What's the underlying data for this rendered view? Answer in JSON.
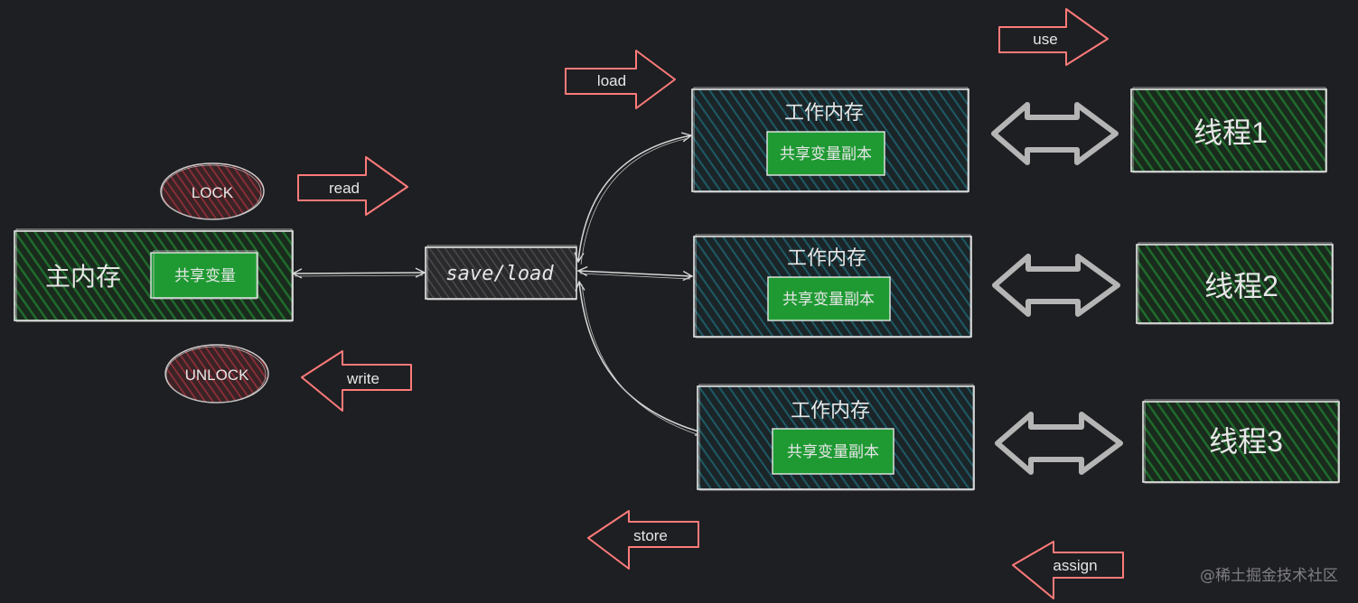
{
  "main_memory": {
    "title": "主内存",
    "variable": "共享变量"
  },
  "lock": "LOCK",
  "unlock": "UNLOCK",
  "hub": "save/load",
  "ops": {
    "read": "read",
    "write": "write",
    "load": "load",
    "store": "store",
    "use": "use",
    "assign": "assign"
  },
  "work_memories": [
    {
      "title": "工作内存",
      "copy": "共享变量副本"
    },
    {
      "title": "工作内存",
      "copy": "共享变量副本"
    },
    {
      "title": "工作内存",
      "copy": "共享变量副本"
    }
  ],
  "threads": [
    {
      "label": "线程1"
    },
    {
      "label": "线程2"
    },
    {
      "label": "线程3"
    }
  ],
  "watermark": "@稀土掘金技术社区",
  "colors": {
    "background": "#1e1f22",
    "green_hatch": "#1f6b2c",
    "teal_hatch": "#1d6a78",
    "bright_green": "#1f9a33",
    "red_hatch": "#b03a45",
    "arrow_outline": "#ff7a7a",
    "double_arrow": "#b5b5b5"
  }
}
